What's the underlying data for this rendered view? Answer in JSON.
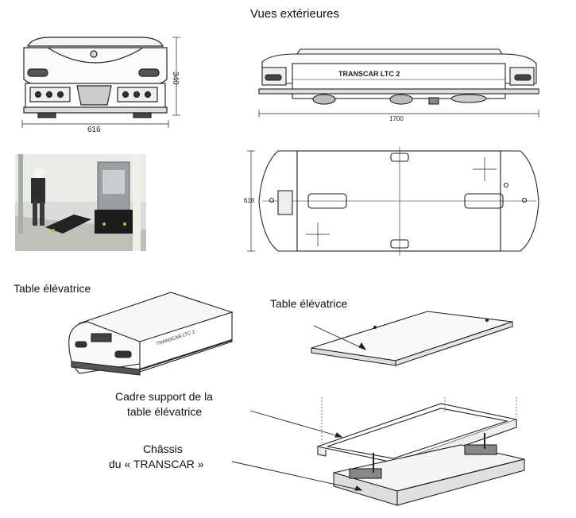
{
  "title": "Vues extérieures",
  "front_view": {
    "width_dim": "616",
    "height_dim": "340"
  },
  "side_view": {
    "brand": "TRANSCAR LTC 2",
    "length_dim": "1700"
  },
  "top_view": {
    "width_dim": "616"
  },
  "iso_view": {
    "label": "Table élévatrice",
    "brand": "TRANSCAR LTC 2"
  },
  "exploded_view": {
    "table_label": "Table élévatrice",
    "frame_label_line1": "Cadre support de la",
    "frame_label_line2": "table élévatrice",
    "chassis_label_line1": "Châssis",
    "chassis_label_line2": "du  « TRANSCAR »"
  }
}
